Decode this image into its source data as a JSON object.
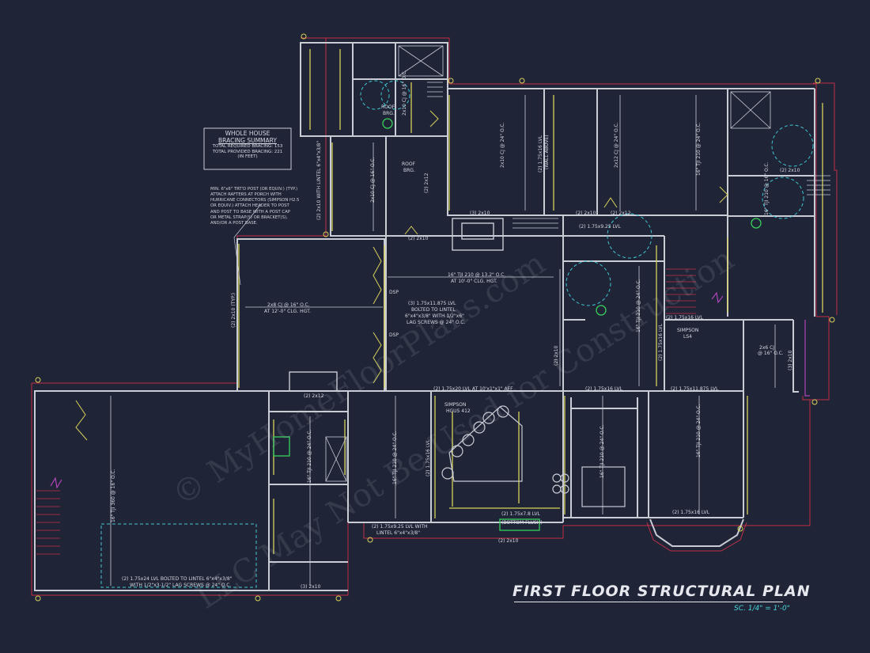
{
  "title": "FIRST FLOOR STRUCTURAL PLAN",
  "scale": "SC. 1/4\" = 1'-0\"",
  "bracing_summary": {
    "heading_line1": "WHOLE HOUSE",
    "heading_line2": "BRACING SUMMARY",
    "required": "TOTAL REQUIRED BRACING: 153",
    "provided": "TOTAL PROVIDED BRACING: 221",
    "units": "(IN FEET)"
  },
  "post_note": [
    "MIN. 6\"x6\" TRT'D POST (OR EQUIV.) (TYP.)",
    "ATTACH RAFTERS AT PORCH WITH",
    "HURRICANE CONNECTORS (SIMPSON H2.5",
    "OR EQUIV.) ATTACH HEADER TO POST",
    "AND POST TO BASE WITH A POST CAP",
    "OR METAL STRAP(S) OR BRACKET(S),",
    "AND/OR A POST BASE."
  ],
  "labels": {
    "roof_brg_1a": "ROOF",
    "roof_brg_1b": "BRG.",
    "roof_brg_2a": "ROOF",
    "roof_brg_2b": "BRG.",
    "joist_main": "16\" TJI 210 @ 13.2\" O.C.",
    "joist_main_b": "AT 10'-0\" CLG. HGT.",
    "cj_garage": "2x8 CJ @ 16\" O.C.",
    "cj_garage_b": "AT 12'-0\" CLG. HGT.",
    "lvl_mid": "(3) 1.75x11.875 LVL",
    "lvl_mid_b": "BOLTED TO LINTEL",
    "lvl_mid_c": "6\"x4\"x3/8\" WITH 1/2\"x6\"",
    "lvl_mid_d": "LAG SCREWS @ 24\" O.C.",
    "dsp1": "DSP",
    "dsp2": "DSP",
    "lvl_long": "(2) 1.75x20 LVL AT 10'x1\"x1\" AFF",
    "lvl_b2": "(2) 1.75x16 LVL",
    "lvl_b3": "(2) 1.75x11.875 LVL",
    "lvl_b4": "(2) 1.75x9.25 LVL",
    "hdr_3x10a": "(3) 2x10",
    "hdr_3x10b": "(3) 2x10",
    "hdr_2x10a": "(2) 2x10",
    "hdr_2x10b": "(2) 2x10",
    "hdr_2x12a": "(2) 2x12",
    "hdr_2x12b": "(2) 2x12",
    "hdr_2x10c": "(2) 2x10",
    "hdr_2x10d": "(3) 2x10",
    "hdr_2x10e": "(2) 2x10",
    "simpson1": "SIMPSON",
    "simpson1b": "HGUS 412",
    "simpson2": "SIMPSON",
    "simpson2b": "LS4",
    "lvl_bottom": "(2) 1.75x24 LVL BOLTED TO LINTEL 6\"x4\"x3/8\"",
    "lvl_bottom_b": "WITH 1/2\"x3-1/2\" LAG SCREWS @ 24\" O.C.",
    "lvl_porch": "(2) 1.75x9.25 LVL WITH",
    "lvl_porch_b": "LINTEL 6\"x4\"x3/8\"",
    "lvl_flush": "(2) 1.75x7.8 LVL",
    "lvl_flush_b": "(BOTTOM FLUSH)",
    "cj_right": "2x6 CJ",
    "cj_right_b": "@ 16\" O.C.",
    "lvl_b5": "(2) 1.75x16 LVL",
    "lvl_b6": "(2) 1.75x16 LVL",
    "lvl_wall": "(2) 1.75x16 LVL",
    "lvl_wall_b": "(WALL ABOVE)",
    "hdr_r1": "(2) 2x10",
    "hdr_r2": "(2) 2x12",
    "hdr_r3": "(2) 2x10 (TYP.)",
    "hdr_r4": "(2) 2x10 WITH LINTEL 6\"x4\"x3/8\"",
    "v1": "16\" TJI 210 @ 16\" O.C.",
    "v2": "16\" TJI 210 @ 24\" O.C.",
    "v3": "16\" TJI 210 @ 24\" O.C.",
    "v4": "16\" TJI 210 @ 24\" O.C.",
    "v5": "16\" TJI 210 @ 24\" O.C.",
    "v6": "16\" TJI 210 @ 24\" O.C.",
    "v7": "16\" TJI 210 @ 24\" O.C.",
    "v8": "16\" TJI 360 @ 16\" O.C.",
    "v9": "2x10 CJ @ 16\" O.C.",
    "v10": "2x10 CJ @ 16\" O.C.",
    "v11": "2x10 CJ @ 24\" O.C.",
    "v12": "2x12 CJ @ 24\" O.C."
  },
  "watermark": {
    "line1": "© MyHomeFloorPlans.com",
    "line2": "LLC May Not Be Used for Construction"
  },
  "colors": {
    "background": "#1f2437",
    "wall": "#c9ccd4",
    "outline_red": "#c0304a",
    "beam_yellow": "#d8d25a",
    "cyan": "#3fc6d1",
    "green": "#38d05b",
    "magenta": "#c94ad0",
    "text": "#d6d9e0"
  }
}
